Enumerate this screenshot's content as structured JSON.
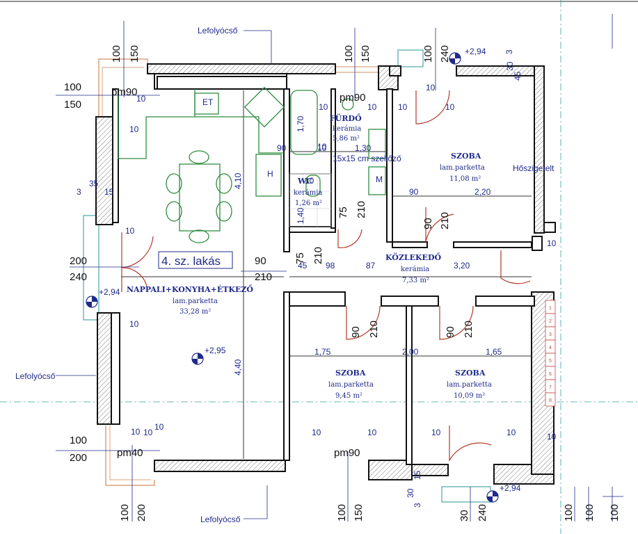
{
  "apartment_label": "4. sz. lakás",
  "rooms": {
    "living": {
      "name": "NAPPALI+KONYHA+ÉTKEZŐ",
      "floor": "lam.parketta",
      "area": "33,28 m²"
    },
    "bath": {
      "name": "FÜRDŐ",
      "floor": "kerámia",
      "area": "5,86 m²"
    },
    "wc": {
      "name": "WC",
      "floor": "kerámia",
      "area": "1,26 m²"
    },
    "room_ne": {
      "name": "SZOBA",
      "floor": "lam.parketta",
      "area": "11,08 m²"
    },
    "hall": {
      "name": "KÖZLEKEDŐ",
      "floor": "kerámia",
      "area": "7,33 m²"
    },
    "room_s1": {
      "name": "SZOBA",
      "floor": "lam.parketta",
      "area": "9,45 m²"
    },
    "room_s2": {
      "name": "SZOBA",
      "floor": "lam.parketta",
      "area": "10,09 m²"
    }
  },
  "annotations": {
    "drain_top": "Lefolyócső",
    "drain_left": "Lefolyócső",
    "drain_bottom": "Lefolyócső",
    "heat_insulation": "Hőszigetelt",
    "vent": "15x15 cm szellőző",
    "fridge": "ET",
    "elev_ne": "+2,94",
    "elev_w": "+2,94",
    "elev_center": "+2,95",
    "elev_s": "+2,94",
    "appliance_h": "H",
    "appliance_m": "M"
  },
  "sill_labels": {
    "pm90_nw": "pm90",
    "pm90_bath": "pm90",
    "pm40_sw": "pm40",
    "pm90_s": "pm90"
  },
  "dimensions": {
    "d100_a": "100",
    "d150_a": "150",
    "d100_b": "100",
    "d150_b": "150",
    "d100_c": "100",
    "d240_c": "240",
    "d100_d": "100",
    "d150_d": "150",
    "d200_e": "200",
    "d240_e": "240",
    "d100_f": "100",
    "d200_f": "200",
    "d100_g": "100",
    "d200_g": "200",
    "d100_h": "100",
    "d150_h": "150",
    "d30_i": "30",
    "d240_i": "240",
    "d100_j": "100",
    "d100_k": "100",
    "d100_l": "100",
    "d30_tr": "30",
    "d45_tr": "45",
    "d3_tr": "3",
    "d3_w": "3",
    "d35_w": "35",
    "d15_w": "15",
    "d30_s": "30",
    "d15_s": "15",
    "d3_s": "3",
    "d10": "10",
    "d1_70": "1,70",
    "d1_30": "1,30",
    "d90_bath": "90",
    "d10_bath": "10",
    "d4_10": "4,10",
    "d4_40": "4,40",
    "d90_ne": "90",
    "d2_20": "2,20",
    "d90_door_ne": "90",
    "d210_door_ne": "210",
    "d1_40": "1,40",
    "d75_wc": "75",
    "d210_wc": "210",
    "d90_hall": "90",
    "d210_hall": "210",
    "d75_hall": "75",
    "d210_hall2": "210",
    "d45_hall": "45",
    "d98": "98",
    "d87": "87",
    "d3_20": "3,20",
    "d1_75": "1,75",
    "d2_00": "2,00",
    "d1_65": "1,65",
    "d90_s1": "90",
    "d210_s1": "210",
    "d90_s2": "90",
    "d210_s2": "210",
    "d10_r": "10"
  },
  "stairs": [
    "1",
    "2",
    "3",
    "4",
    "5",
    "6",
    "7",
    "8"
  ]
}
